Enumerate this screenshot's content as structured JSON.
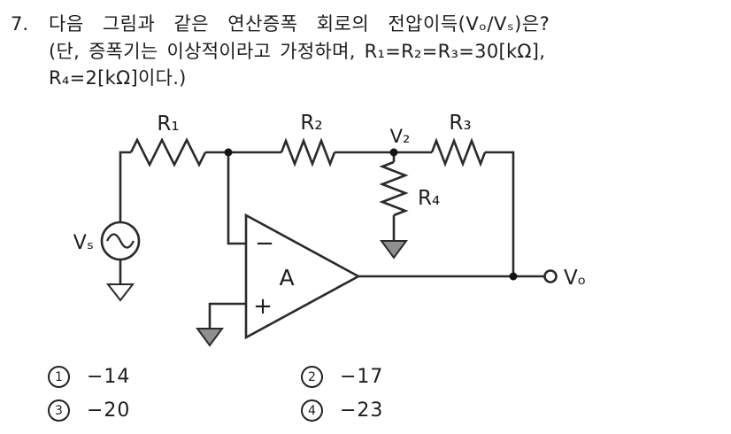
{
  "question": {
    "number": "7.",
    "lines": [
      "다음 그림과 같은 연산증폭 회로의 전압이득(Vₒ/Vₛ)은?",
      "(단, 증폭기는 이상적이라고 가정하며, R₁=R₂=R₃=30[kΩ],",
      "R₄=2[kΩ]이다.)"
    ]
  },
  "circuit": {
    "source_label": "Vₛ",
    "r1_label": "R₁",
    "r2_label": "R₂",
    "r3_label": "R₃",
    "r4_label": "R₄",
    "node_v2_label": "V₂",
    "opamp_label": "A",
    "inverting_sign": "−",
    "noninverting_sign": "+",
    "output_label": "Vₒ",
    "ink_color": "#2a2a2a"
  },
  "choices": [
    {
      "num": "1",
      "label": "−14"
    },
    {
      "num": "2",
      "label": "−17"
    },
    {
      "num": "3",
      "label": "−20"
    },
    {
      "num": "4",
      "label": "−23"
    }
  ]
}
